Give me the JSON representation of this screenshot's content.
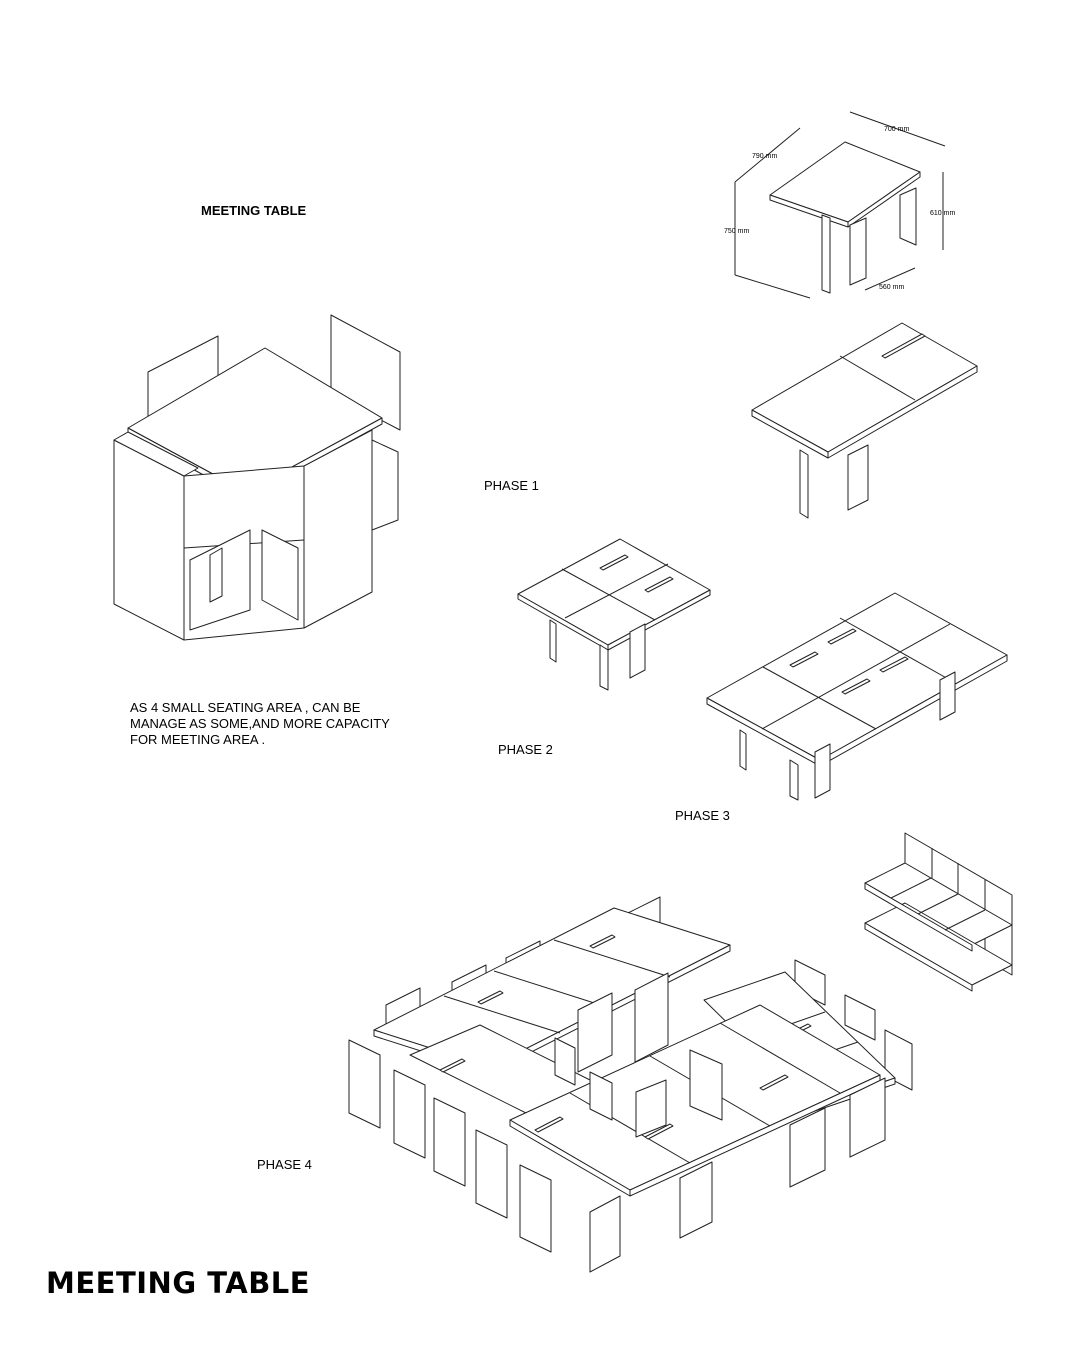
{
  "labels": {
    "small_title": "MEETING TABLE",
    "description": [
      "AS 4 SMALL SEATING AREA , CAN BE",
      "MANAGE AS SOME,AND MORE CAPACITY",
      "FOR MEETING AREA ."
    ],
    "phase1": "PHASE 1",
    "phase2": "PHASE 2",
    "phase3": "PHASE 3",
    "phase4": "PHASE 4",
    "big_title": "MEETING TABLE"
  },
  "dimensions": {
    "top_width": "700 mm",
    "top_depth": "790 mm",
    "height_right": "610 mm",
    "height_left": "750 mm",
    "base": "560 mm"
  }
}
